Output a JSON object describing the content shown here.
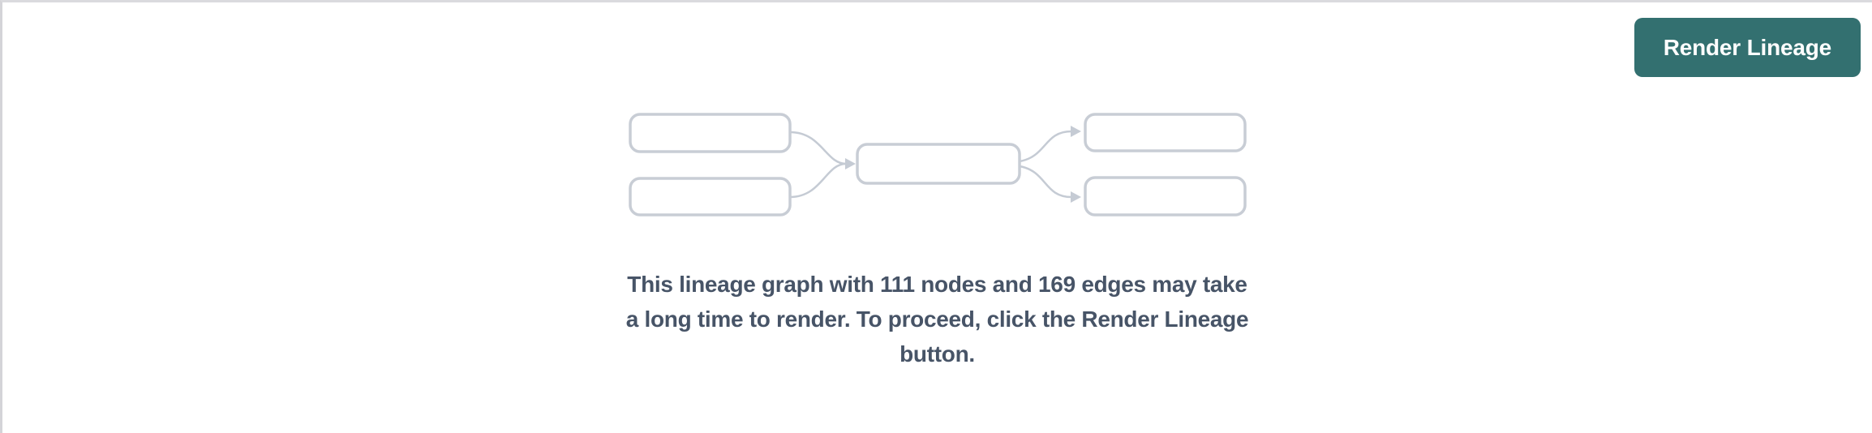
{
  "toolbar": {
    "render_button_label": "Render Lineage"
  },
  "placeholder": {
    "graphic_icon": "lineage-graph-icon",
    "node_count": "111",
    "edge_count": "169",
    "message_lines": [
      "This lineage graph with 111 nodes and 169 edges may take",
      "a long time to render. To proceed, click the Render Lineage",
      "button."
    ]
  },
  "colors": {
    "accent_teal": "#337070",
    "button_text": "#ffffff",
    "message_text": "#475467",
    "graphic_stroke": "#c8cdd5",
    "edge_stroke": "#c5cbd4",
    "frame_border_top": "#dadade",
    "frame_border_left": "#d4d4d8",
    "background": "#ffffff"
  }
}
